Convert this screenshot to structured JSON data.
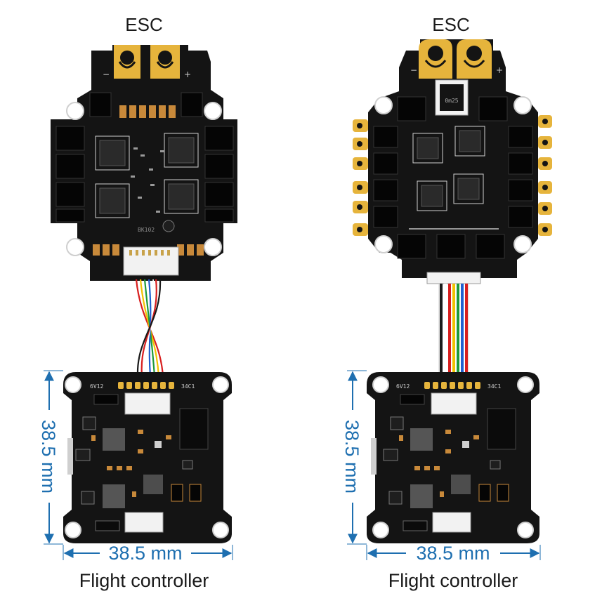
{
  "left": {
    "esc_label": "ESC",
    "fc_label": "Flight controller",
    "height_dim": "38.5 mm",
    "width_dim": "38.5 mm",
    "pin_left": "6V12",
    "pin_right": "34C1",
    "chip_text": "BK102"
  },
  "right": {
    "esc_label": "ESC",
    "fc_label": "Flight controller",
    "height_dim": "38.5 mm",
    "width_dim": "38.5 mm",
    "pin_left": "6V12",
    "pin_right": "34C1",
    "shunt_text": "0m25"
  },
  "colors": {
    "pcb": "#141414",
    "gold": "#e6b43c",
    "dimension": "#1e6fb0",
    "wires": [
      "#d81e1e",
      "#f2c200",
      "#1f9a3a",
      "#1f5fd0",
      "#ffffff",
      "#d81e1e"
    ]
  }
}
